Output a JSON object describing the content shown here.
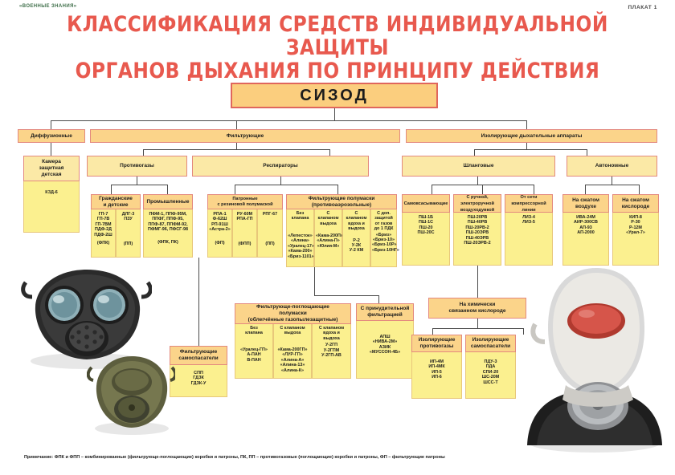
{
  "header": {
    "brand": "«ВОЕННЫЕ ЗНАНИЯ»",
    "plate": "ПЛАКАТ 1",
    "title_line1": "КЛАССИФИКАЦИЯ СРЕДСТВ ИНДИВИДУАЛЬНОЙ ЗАЩИТЫ",
    "title_line2": "ОРГАНОВ ДЫХАНИЯ ПО ПРИНЦИПУ ДЕЙСТВИЯ"
  },
  "colors": {
    "title": "#e8594e",
    "root_fill": "#fbce7e",
    "root_border": "#e0665c",
    "box_fill": "#fbd48a",
    "box_border": "#e3897e",
    "list_fill": "#fbf08f",
    "brand": "#3f6f4a"
  },
  "root": {
    "label": "СИЗОД"
  },
  "tier1": [
    {
      "label": "Диффузионные"
    },
    {
      "label": "Фильтрующие"
    },
    {
      "label": "Изолирующие дыхательные аппараты"
    }
  ],
  "tier2": [
    {
      "label": "Камера\nзащитная\nдетская"
    },
    {
      "label": "Противогазы"
    },
    {
      "label": "Респираторы"
    },
    {
      "label": "Шланговые"
    },
    {
      "label": "Автономные"
    }
  ],
  "kzd": {
    "items": "КЗД-6"
  },
  "protivogazy": {
    "groups": [
      {
        "label": "Гражданские\nи детские"
      },
      {
        "label": "Промышленные"
      }
    ],
    "columns": [
      {
        "items": "ГП-7\nГП-7В\nГП-7ВМ\nПДФ-2Д\nПДФ-2Ш",
        "sub": "(ФПК)"
      },
      {
        "items": "ДЛГ-3\nПЗУ",
        "sub": "(ПП)"
      },
      {
        "items": "ПФМ-1, ППФ-95М,\nППФГ, ППФ-95,\nППФ-87, ППФМ-92,\nПФМГ-96, ПФСГ-98",
        "sub": "(ФПК, ПК)"
      }
    ]
  },
  "respiratory": {
    "groups": [
      {
        "label": "Патронные\nс резиновой полумаской"
      },
      {
        "label": "Фильтрующие полумаски\n(противоаэрозольные)"
      }
    ],
    "cartridge_columns": [
      {
        "items": "РПА-1\nФ-62Ш\nРП-91Ш\n«Астра-2»",
        "sub": "(ФП)"
      },
      {
        "items": "РУ-60М\nРПА-ГП",
        "sub": "(ФПП)"
      },
      {
        "items": "РПГ-67",
        "sub": "(ПП)"
      }
    ],
    "halfmask_columns": [
      {
        "head": "Без\nклапана",
        "items": "«Лепесток»\n«Алина»\n«Уралец-17»\n«Кама-200»\n«Бриз-1101»"
      },
      {
        "head": "С клапаном\nвыдоха",
        "items": "«Кама-200П»\n«Алина-П»\n«Юлия-М»"
      },
      {
        "head": "С клапаном\nвдоха и\nвыдоха",
        "items": "Р-2\nУ-2К\nУ-2 КМ"
      },
      {
        "head": "С доп.\nзащитой\nот газов\nдо 1 ПДК",
        "items": "«Бриз»\n«Бриз-10»\n«Бриз-10Р»\n«Бриз-10НГ»"
      }
    ]
  },
  "absorbing": {
    "group": {
      "label": "Фильтрующе-поглощающие\nполумаски\n(облегчённые газопылезащитные)"
    },
    "columns": [
      {
        "head": "Без\nклапана",
        "items": "«Уралец-ГП»\nА-ПАН\nВ-ПАН"
      },
      {
        "head": "С клапаном\nвыдоха",
        "items": "«Кама-200ГП»\n«ЛУР-ГП»\n«Алина-А»\n«Алина-13»\n«Алина-К»"
      },
      {
        "head": "С клапаном\nвдоха и\nвыдоха",
        "items": "У-2ГП\nУ-2ГПМ\nУ-2ГП-АВ"
      }
    ]
  },
  "forced": {
    "label": "С принудительной\nфильтрацией",
    "items": "АПШ\n«НИВА-2М»\nАЗИК\n«МУССОН-4Б»"
  },
  "filter_self_rescue": {
    "label": "Фильтрующие\nсамоспасатели",
    "items": "СПП\nГДЗК\nГДЗК-У"
  },
  "hose": {
    "columns": [
      {
        "head": "Самовсасывающие",
        "items": "ПШ-1Б\nПШ-1С\nПШ-20\nПШ-20С"
      },
      {
        "head": "С ручной,\nэлектроручной\nвоздуходувкой",
        "items": "ПШ-20РВ\nПШ-40РВ\nПШ-20РВ-2\nПШ-20ЭРВ\nПШ-40ЭРВ\nПШ-20ЭРВ-2"
      },
      {
        "head": "От сети\nкомпрессорной\nлинии",
        "items": "ЛИЗ-4\nЛИЗ-5"
      }
    ]
  },
  "autonomous": {
    "columns": [
      {
        "head": "На сжатом\nвоздухе",
        "items": "ИВА-24М\nАИР-300СВ\nАП-93\nАП-2000"
      },
      {
        "head": "На сжатом\nкислороде",
        "items": "КИП-8\nР-30\nР-12М\n«Урал-7»"
      }
    ]
  },
  "chem_oxygen": {
    "label": "На химически\nсвязанном кислороде",
    "columns": [
      {
        "head": "Изолирующие\nпротивогазы",
        "items": "ИП-4М\nИП-4МК\nИП-5\nИП-6"
      },
      {
        "head": "Изолирующие\nсамоспасатели",
        "items": "ПДУ-3\nПДА\nСПИ-20\nШС-20М\nШСС-Т"
      }
    ]
  },
  "note": "Примечание: ФПК и ФПП – комбинированные (фильтрующе-поглощающие) коробки  и патроны, ПК, ПП – противогазовые (поглощающие) коробки и патроны, ФП – фильтрующие патроны"
}
